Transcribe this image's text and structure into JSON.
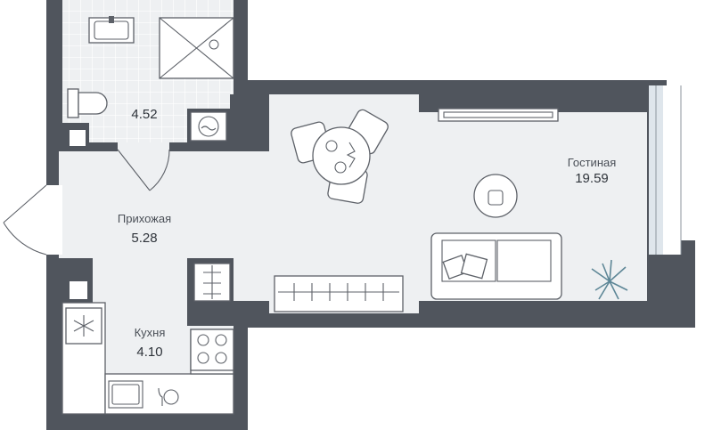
{
  "plan": {
    "rooms": [
      {
        "key": "bathroom",
        "label": "",
        "area": "4.52"
      },
      {
        "key": "hallway",
        "label": "Прихожая",
        "area": "5.28"
      },
      {
        "key": "kitchen",
        "label": "Кухня",
        "area": "4.10"
      },
      {
        "key": "living",
        "label": "Гостиная",
        "area": "19.59"
      }
    ],
    "colors": {
      "wall": "#50555d",
      "floor": "#eef0f2",
      "tile": "#ffffff",
      "glass": "#dfe6ec",
      "plant": "#5e8797"
    }
  }
}
